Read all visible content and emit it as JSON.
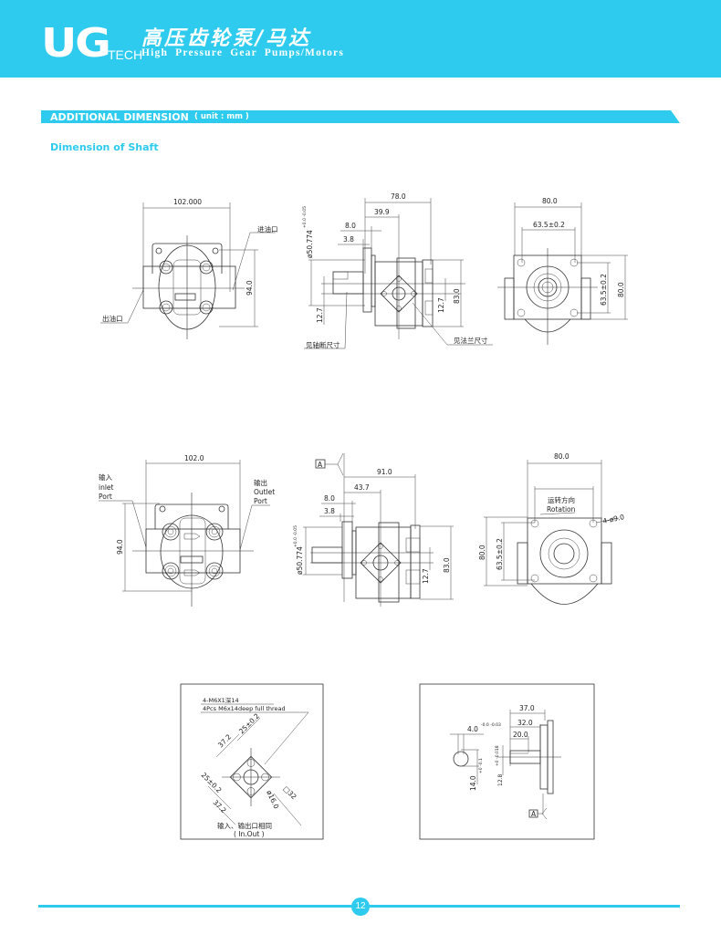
{
  "header": {
    "logo": "UG",
    "logo_suffix": "TECH",
    "title_cn": "高压齿轮泵/马达",
    "title_en": "High Pressure Gear Pumps/Motors",
    "brand_color": "#2ecbef"
  },
  "section": {
    "title": "ADDITIONAL DIMENSION",
    "unit": "( unit : mm )"
  },
  "subtitle": "Dimension of Shaft",
  "drawings": {
    "d1": {
      "width": "102.000",
      "height": "94.0",
      "inlet": "进油口",
      "outlet": "出油口"
    },
    "d2": {
      "length": "78.0",
      "d39": "39.9",
      "d8": "8.0",
      "d38": "3.8",
      "pilot": "ø50.774",
      "pilot_tol": "+0.0 -0.05",
      "d127a": "12.7",
      "d127b": "12.7",
      "height": "83.0",
      "note_shaft": "见轴断尺寸",
      "note_flange": "见法兰尺寸"
    },
    "d3": {
      "width": "80.0",
      "bolt_h": "63.5±0.2",
      "bolt_v": "63.5±0.2",
      "height": "80.0"
    },
    "d4": {
      "width": "102.0",
      "height": "94.0",
      "inlet_cn": "输入",
      "inlet_en": "inlet",
      "inlet_port": "Port",
      "outlet_cn": "输出",
      "outlet_en": "Outlet",
      "outlet_port": "Port"
    },
    "d5": {
      "datum": "A",
      "length": "91.0",
      "d43": "43.7",
      "d8": "8.0",
      "d38": "3.8",
      "pilot": "ø50.774",
      "pilot_tol": "+0.0 -0.05",
      "height": "83.0",
      "d127": "12.7"
    },
    "d6": {
      "width": "80.0",
      "rotation_cn": "运转方向",
      "rotation_en": "Rotation",
      "holes": "4-ø9.0",
      "bolt_v": "63.5±0.2",
      "height": "80.0"
    },
    "d7": {
      "thread_cn": "4-M6X1深14",
      "thread_en": "4Pcs M6x14deep full thread",
      "d372a": "37.2",
      "d25a": "25±0.2",
      "d25b": "25±0.2",
      "d372b": "37.2",
      "bore": "ø16.0",
      "square": "□32",
      "note_cn": "输入、输出口相同",
      "note_en": "( In.Out )"
    },
    "d8": {
      "d37": "37.0",
      "d32": "32.0",
      "d20": "20.0",
      "key": "4.0",
      "key_tol": "-0.0 -0.03",
      "d14": "14.0",
      "d14_tol": "+0 -0.1",
      "shaft": "12.8",
      "shaft_tol": "+0 -0.018",
      "datum": "A"
    }
  },
  "footer": {
    "page": "12"
  }
}
